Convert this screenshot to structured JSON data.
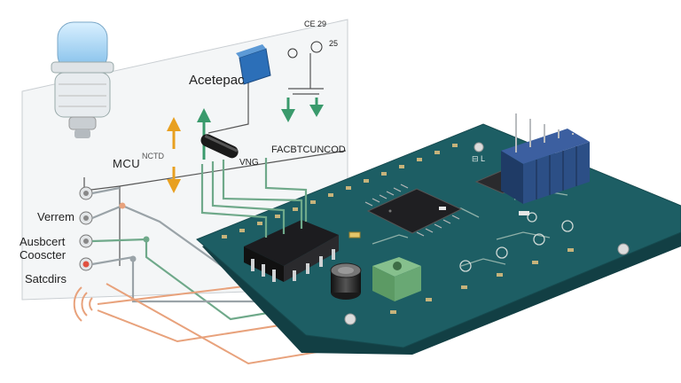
{
  "labels": {
    "acetrac": "Acetерac",
    "mcu": "MCU",
    "ncd": "NCTD",
    "vng": "VNG",
    "facb": "FACBTCUNCOD",
    "ce": "CE 29",
    "twentyfive": "25",
    "verrem": "Verrem",
    "ausbcert": "Ausbcert",
    "coocter": "Cooscter",
    "satcdirs": "Satcdirs",
    "pcb_mark": "⊟ L"
  },
  "colors": {
    "pcb": "#1d5e64",
    "pcb_edge": "#123f44",
    "wire_green": "#6fa98a",
    "wire_orange": "#e8a27c",
    "wire_gray": "#9aa3a8",
    "accent_orange": "#e8a020",
    "accent_green": "#3a9a6c",
    "connector_blue": "#2c4f86",
    "module_green": "#69a874",
    "led_blue": "#a8d6f5"
  },
  "icons": [
    "led-bulb-icon",
    "relay-icon",
    "capacitor-icon",
    "ground-symbol-icon",
    "wireless-icon",
    "arrow-up-down-icon"
  ]
}
